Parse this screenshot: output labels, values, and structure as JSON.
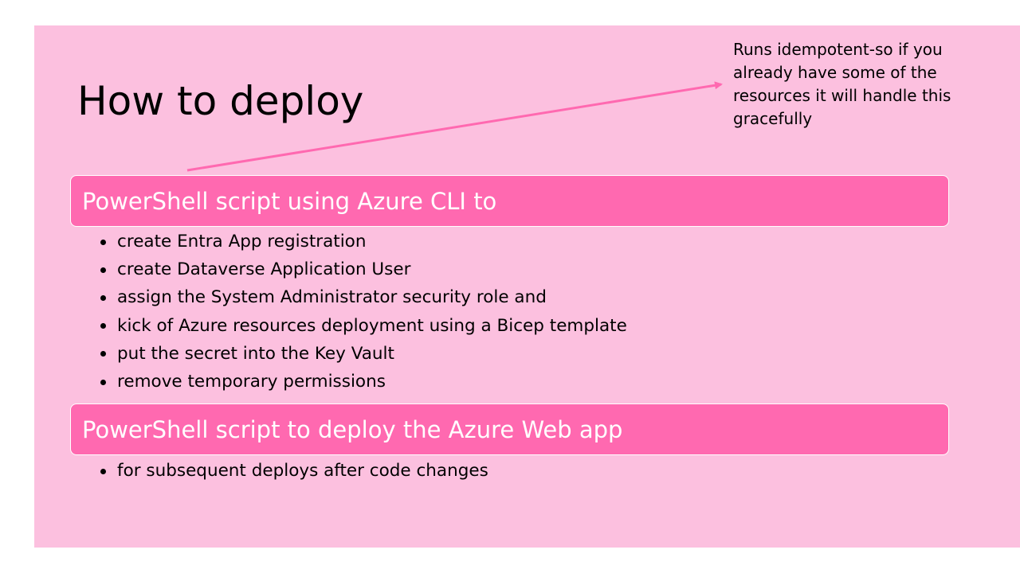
{
  "slide": {
    "title": "How to deploy",
    "callout": "Runs idempotent-so if you already have some of the resources it will handle this gracefully",
    "sections": [
      {
        "header": "PowerShell script using Azure CLI to",
        "bullets": [
          "create Entra App registration",
          "create Dataverse Application User",
          "assign the System Administrator security role and",
          "kick of Azure resources deployment using a Bicep template",
          "put the secret into the Key Vault",
          "remove temporary permissions"
        ]
      },
      {
        "header": "PowerShell script to deploy the Azure Web app",
        "bullets": [
          "for subsequent deploys after code changes"
        ]
      }
    ]
  },
  "colors": {
    "slide_background": "#fcc0df",
    "header_background": "#ff69b0",
    "arrow": "#ff69b0"
  }
}
